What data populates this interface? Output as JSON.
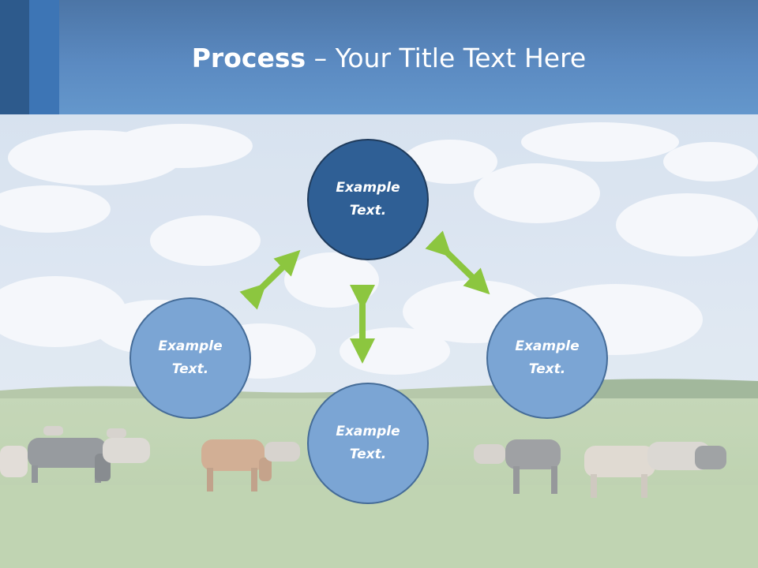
{
  "title": {
    "bold": "Process",
    "rest": " – Your Title Text Here"
  },
  "nodes": {
    "top": "Example\nText.",
    "left": "Example\nText.",
    "right": "Example\nText.",
    "bottom": "Example\nText."
  },
  "colors": {
    "header": "#5b8ac1",
    "main_node": "#2f5f95",
    "sub_node": "#7ba5d4",
    "arrow": "#8cc63f"
  }
}
